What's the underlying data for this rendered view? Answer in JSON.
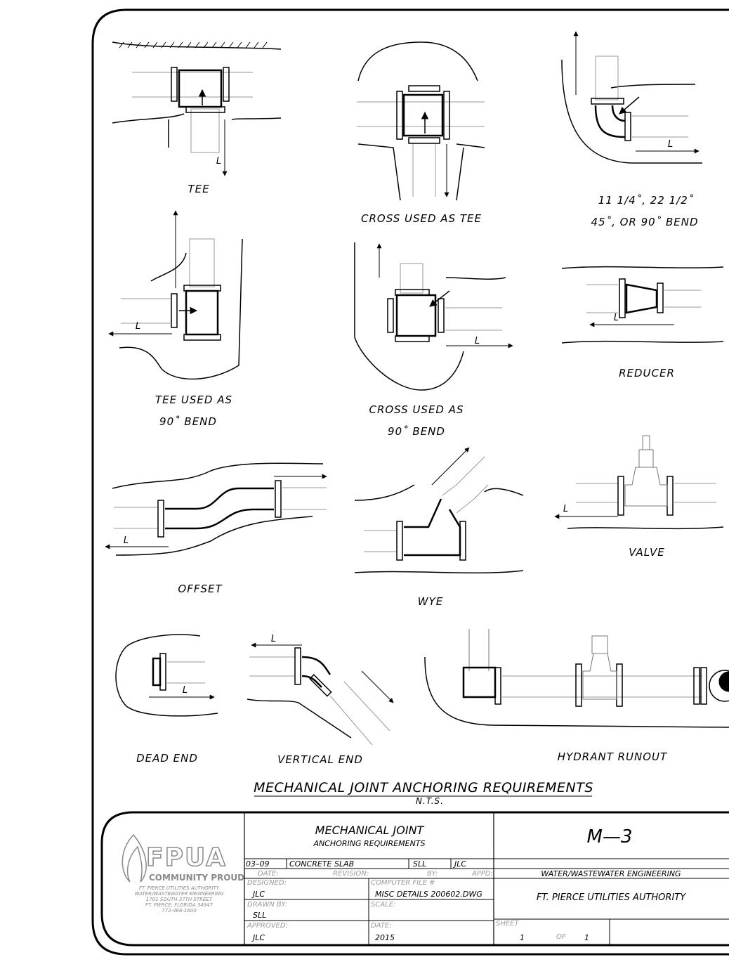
{
  "details": {
    "tee": "TEE",
    "cross_as_tee": "CROSS  USED  AS  TEE",
    "bend_line1": "11  1/4˚,  22  1/2˚",
    "bend_line2": "45˚,  OR  90˚  BEND",
    "tee_as_bend_line1": "TEE  USED  AS",
    "tee_as_bend_line2": "90˚  BEND",
    "cross_as_bend_line1": "CROSS  USED  AS",
    "cross_as_bend_line2": "90˚  BEND",
    "reducer": "REDUCER",
    "offset": "OFFSET",
    "wye": "WYE",
    "valve": "VALVE",
    "dead_end": "DEAD  END",
    "vertical_end": "VERTICAL  END",
    "hydrant_runout": "HYDRANT    RUNOUT",
    "dim_label": "L"
  },
  "main_title": "MECHANICAL  JOINT  ANCHORING  REQUIREMENTS",
  "scale_note": "N.T.S.",
  "title_block": {
    "logo_text": "FPUA",
    "logo_tagline": "COMMUNITY PROUD",
    "org_line1": "FT. PIERCE UTILITIES AUTHORITY",
    "org_line2": "WATER/WASTEWATER ENGINEERING",
    "org_line3": "1701 SOUTH 37TH STREET",
    "org_line4": "FT. PIERCE, FLORIDA 34947",
    "org_line5": "772-466-1600",
    "drawing_title_line1": "MECHANICAL  JOINT",
    "drawing_title_line2": "ANCHORING  REQUIREMENTS",
    "rev_date": "03–09",
    "rev_desc": "CONCRETE  SLAB",
    "rev_by": "SLL",
    "rev_appd": "JLC",
    "hdr_date": "DATE:",
    "hdr_revision": "REVISION:",
    "hdr_by": "BY:",
    "hdr_appd": "APPD:",
    "designed_label": "DESIGNED:",
    "designed_value": "JLC",
    "drawn_label": "DRAWN  BY:",
    "drawn_value": "SLL",
    "approved_label": "APPROVED:",
    "approved_value": "JLC",
    "file_label": "COMPUTER  FILE  #",
    "file_value": "MISC  DETAILS  200602.DWG",
    "scale_label": "SCALE:",
    "date_label": "DATE:",
    "date_value": "2015",
    "drawing_number": "M—3",
    "department": "WATER/WASTEWATER  ENGINEERING",
    "authority": "FT.  PIERCE  UTILITIES  AUTHORITY",
    "sheet_label": "SHEET",
    "sheet_num": "1",
    "of_label": "OF",
    "sheet_total": "1"
  }
}
